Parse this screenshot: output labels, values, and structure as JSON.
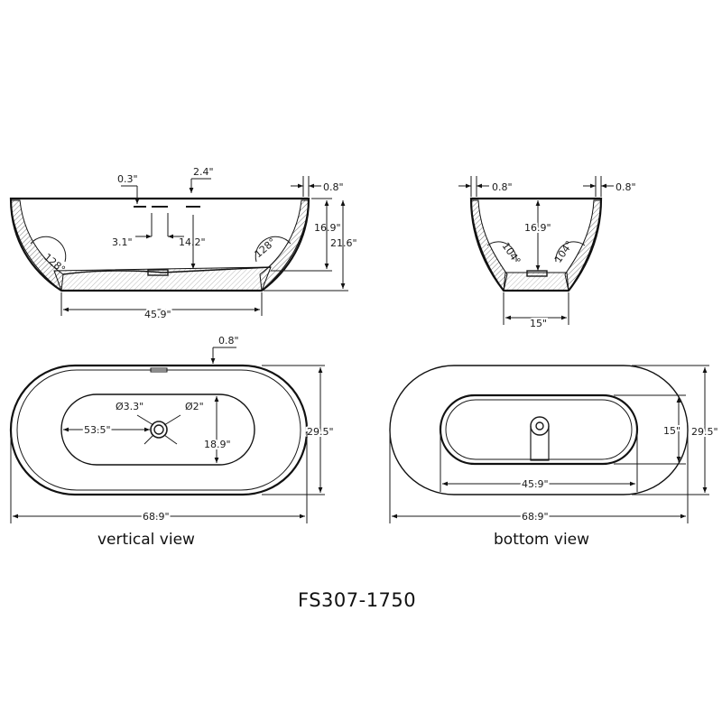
{
  "side_view": {
    "dim_rim": "0.3\"",
    "dim_faucet_height": "2.4\"",
    "dim_edge": "0.8\"",
    "dim_drain_width": "3.1\"",
    "dim_drain_depth": "14.2\"",
    "dim_inner_depth": "16.9\"",
    "dim_total_height": "21.6\"",
    "angle_left": "128°",
    "angle_right": "128°",
    "dim_base": "45.9\""
  },
  "end_view": {
    "dim_edge_left": "0.8\"",
    "dim_edge_right": "0.8\"",
    "dim_depth": "16.9\"",
    "angle_left": "104°",
    "angle_right": "104°",
    "dim_base": "15\""
  },
  "vertical_view": {
    "caption": "vertical view",
    "dim_rim": "0.8\"",
    "dim_drain_outer": "Ø3.3\"",
    "dim_drain_inner": "Ø2\"",
    "dim_inner_length": "53.5\"",
    "dim_inner_width": "18.9\"",
    "dim_width": "29.5\"",
    "dim_length": "68.9\""
  },
  "bottom_view": {
    "caption": "bottom view",
    "dim_base_width": "15\"",
    "dim_width": "29.5\"",
    "dim_base_length": "45.9\"",
    "dim_length": "68.9\""
  },
  "model_number": "FS307-1750"
}
